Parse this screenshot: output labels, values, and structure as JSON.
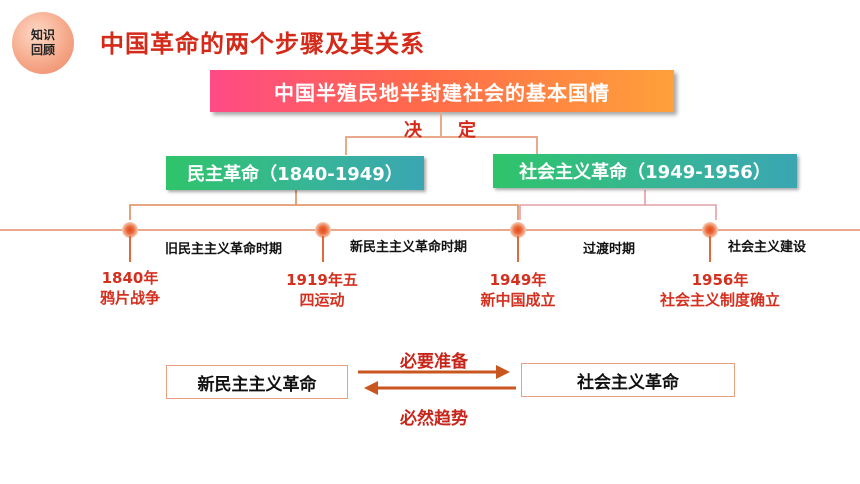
{
  "header": {
    "badge_line1": "知识",
    "badge_line2": "回顾",
    "title": "中国革命的两个步骤及其关系"
  },
  "main_box": "中国半殖民地半封建社会的基本国情",
  "decide": [
    "决",
    "定"
  ],
  "stages": {
    "democratic": "民主革命（1840-1949）",
    "socialist": "社会主义革命（1949-1956）"
  },
  "periods": {
    "old_democratic": "旧民主主义革命时期",
    "new_democratic": "新民主主义革命时期",
    "transition": "过渡时期",
    "construction": "社会主义建设"
  },
  "events": [
    {
      "line1": "1840年",
      "line2": "鸦片战争"
    },
    {
      "line1": "1919年五",
      "line2": "四运动"
    },
    {
      "line1": "1949年",
      "line2": "新中国成立"
    },
    {
      "line1": "1956年",
      "line2": "社会主义制度确立"
    }
  ],
  "relation": {
    "left": "新民主主义革命",
    "right": "社会主义革命",
    "top_label": "必要准备",
    "bottom_label": "必然趋势"
  },
  "colors": {
    "title_red": "#d42a1a",
    "event_red": "#d4301f",
    "stage_green": "#2fc46a",
    "timeline": "#e9a98a"
  }
}
